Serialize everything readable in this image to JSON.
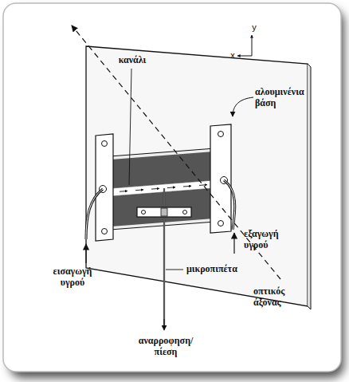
{
  "diagram": {
    "labels": [
      "y",
      "x",
      "κανάλι",
      "αλουμινένια βάση",
      "εισαγωγή υγρού",
      "εξαγωγή υγρού",
      "μικροπιπέτα",
      "αναρροφηση/ πίεση",
      "οπτικός άξονας"
    ]
  }
}
